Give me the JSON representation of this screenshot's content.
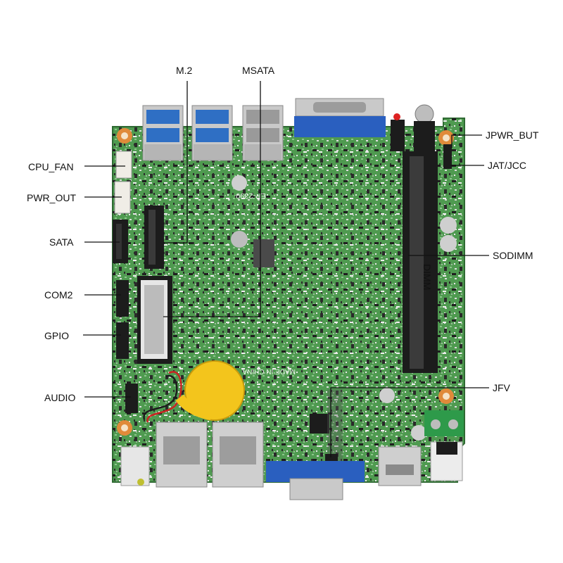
{
  "labels": {
    "m2": "M.2",
    "msata": "MSATA",
    "cpu_fan": "CPU_FAN",
    "pwr_out": "PWR_OUT",
    "sata": "SATA",
    "com2": "COM2",
    "gpio": "GPIO",
    "audio": "AUDIO",
    "jpwr_but": "JPWR_BUT",
    "jat_jcc": "JAT/JCC",
    "sodimm": "SODIMM",
    "jfv": "JFV"
  },
  "board": {
    "silkscreen_model": "EP-2390",
    "silkscreen_origin": "MADE IN CHINA",
    "silkscreen_sodimm": "DIMM"
  },
  "colors": {
    "pcb": "#4f9a50",
    "pcb_dark": "#3c7f3f",
    "metal": "#c9c9c9",
    "usb_blue": "#2f6fc4",
    "vga_blue": "#2a5fbf",
    "battery_yellow": "#f3c51c",
    "terminal_green": "#2e9a4a",
    "header_black": "#1c1c1c",
    "mount_orange": "#e08a3a"
  }
}
